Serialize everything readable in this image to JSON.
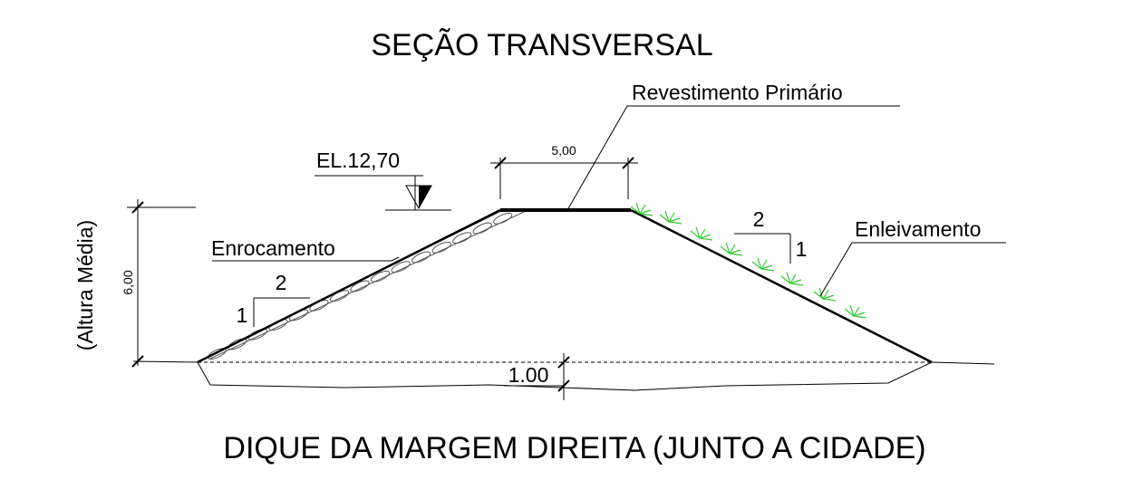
{
  "title": "SEÇÃO TRANSVERSAL",
  "subtitle": "DIQUE DA MARGEM DIREITA (JUNTO A CIDADE)",
  "labels": {
    "revestimento": "Revestimento Primário",
    "elevation": "EL.12,70",
    "crest_width": "5,00",
    "enrocamento": "Enrocamento",
    "enleivamento": "Enleivamento",
    "height_dim": "6,00",
    "height_note": "(Altura Média)",
    "base_depth": "1.00",
    "slope_left_h": "2",
    "slope_left_v": "1",
    "slope_right_h": "2",
    "slope_right_v": "1"
  },
  "colors": {
    "line": "#000000",
    "grass": "#33cc33",
    "riprap": "#555555"
  }
}
